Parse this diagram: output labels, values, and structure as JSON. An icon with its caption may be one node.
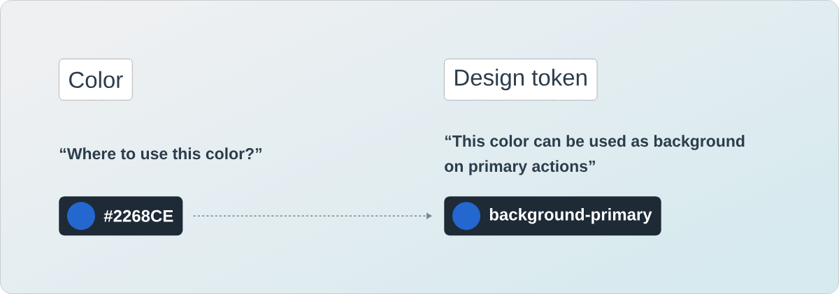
{
  "diagram": {
    "nodes": [
      {
        "text": [
          "Color"
        ]
      },
      {
        "text": [
          "Design token"
        ]
      },
      {
        "text": [
          "#2268CE"
        ]
      },
      {
        "text": [
          "background-primary"
        ]
      }
    ],
    "edges": [
      {
        "from": 2,
        "to": 3,
        "arrow": "to",
        "style": "dashed"
      }
    ],
    "labels": [
      "“Where to use this color?”",
      "“This color can be used as background on primary actions”"
    ]
  }
}
